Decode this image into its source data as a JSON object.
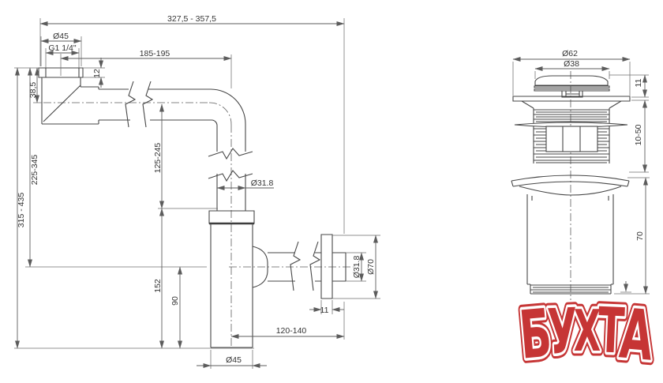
{
  "siphon_view": {
    "dims": {
      "overall_width": "327,5 - 357,5",
      "inlet_nut_diameter": "Ø45",
      "inlet_thread": "G1 1/4\"",
      "horizontal_offset": "185-195",
      "nut_height": "12",
      "inlet_depth": "38,5",
      "height_to_outlet_axis": "225-345",
      "overall_height": "315 - 435",
      "pipe_adjust_length": "125-245",
      "pipe_diameter": "Ø31.8",
      "body_height": "152",
      "body_lower_height": "90",
      "outlet_pipe_diameter": "Ø31.8",
      "escutcheon_diameter": "Ø70",
      "escutcheon_thickness": "11",
      "outlet_length": "120-140",
      "body_diameter": "Ø45"
    }
  },
  "valve_view": {
    "dims": {
      "flange_diameter": "Ø62",
      "plug_diameter": "Ø38",
      "cap_height": "11",
      "clamp_range": "10-50",
      "body_height": "70"
    }
  },
  "watermark": {
    "text": "БУХТА",
    "letters": [
      "Б",
      "У",
      "Х",
      "Т",
      "А"
    ],
    "color": "#c63535"
  }
}
